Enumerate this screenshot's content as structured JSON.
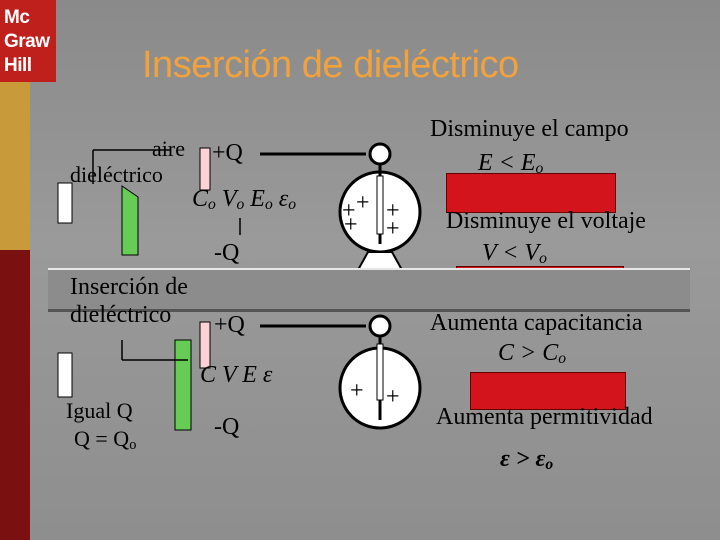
{
  "slide": {
    "title": "Inserción de dieléctrico",
    "logo": [
      "Mc",
      "Graw",
      "Hill"
    ]
  },
  "top_diagram": {
    "label_air": "aire",
    "label_dielectric": "dieléctrico",
    "plus_q": "+Q",
    "minus_q": "-Q",
    "symbols": "C o V o E o ε o",
    "symbol_c": "C",
    "symbol_v": "V",
    "symbol_e": "E",
    "symbol_eps": "ε",
    "sub": "o",
    "electroscope_signs": [
      "+",
      "+",
      "+",
      "+",
      "+"
    ]
  },
  "bottom_diagram": {
    "heading_line1": "Inserción de",
    "heading_line2": "dieléctrico",
    "plus_q": "+Q",
    "minus_q": "-Q",
    "symbols": "C V E ε",
    "same_q_line1": "Igual Q",
    "same_q_line2": "Q = Q",
    "same_q_sub": "o",
    "electroscope_signs": [
      "+",
      "+"
    ]
  },
  "right_panel": {
    "items": [
      {
        "text": "Disminuye el campo",
        "relation": "E < E",
        "sub": "o"
      },
      {
        "text": "Disminuye el voltaje",
        "relation": "V < V",
        "sub": "o"
      },
      {
        "text": "Aumenta capacitancia",
        "relation": "C > C",
        "sub": "o"
      },
      {
        "text": "Aumenta permitividad",
        "relation": "ε > ε",
        "sub": "o"
      }
    ]
  },
  "colors": {
    "title": "#f2a23c",
    "logo": "#c0201c",
    "strip_top": "#c99a3a",
    "strip_bottom": "#7a1010",
    "dielectric": "#66cc55",
    "plate": "#ffffff",
    "cover_box": "#d4141c"
  }
}
